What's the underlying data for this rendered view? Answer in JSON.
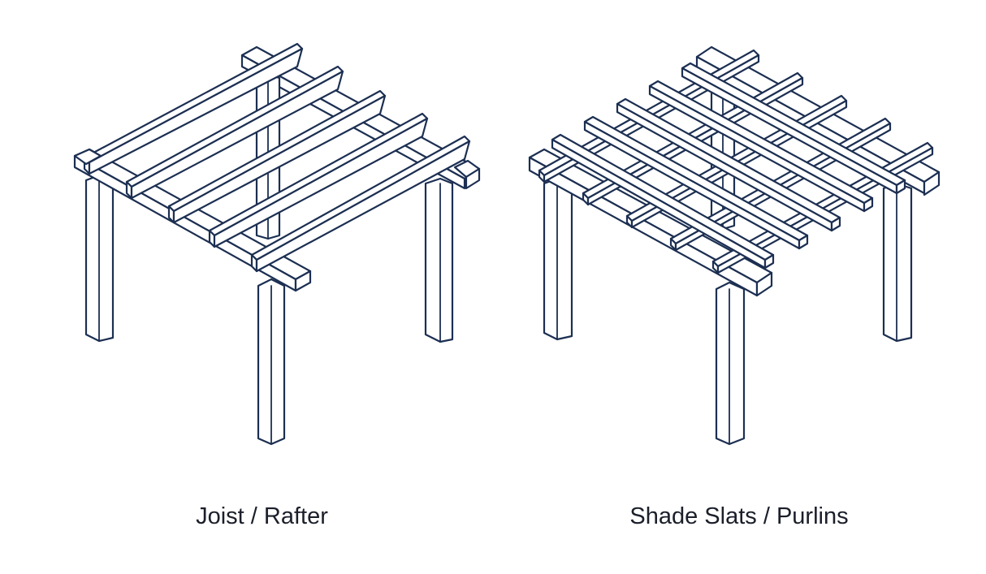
{
  "diagrams": [
    {
      "id": "joist-rafter",
      "caption": "Joist / Rafter"
    },
    {
      "id": "shade-slats-purlins",
      "caption": "Shade Slats / Purlins"
    }
  ],
  "colors": {
    "line": "#1c2f52",
    "fill": "#ffffff",
    "caption_text": "#1b1f2a"
  }
}
